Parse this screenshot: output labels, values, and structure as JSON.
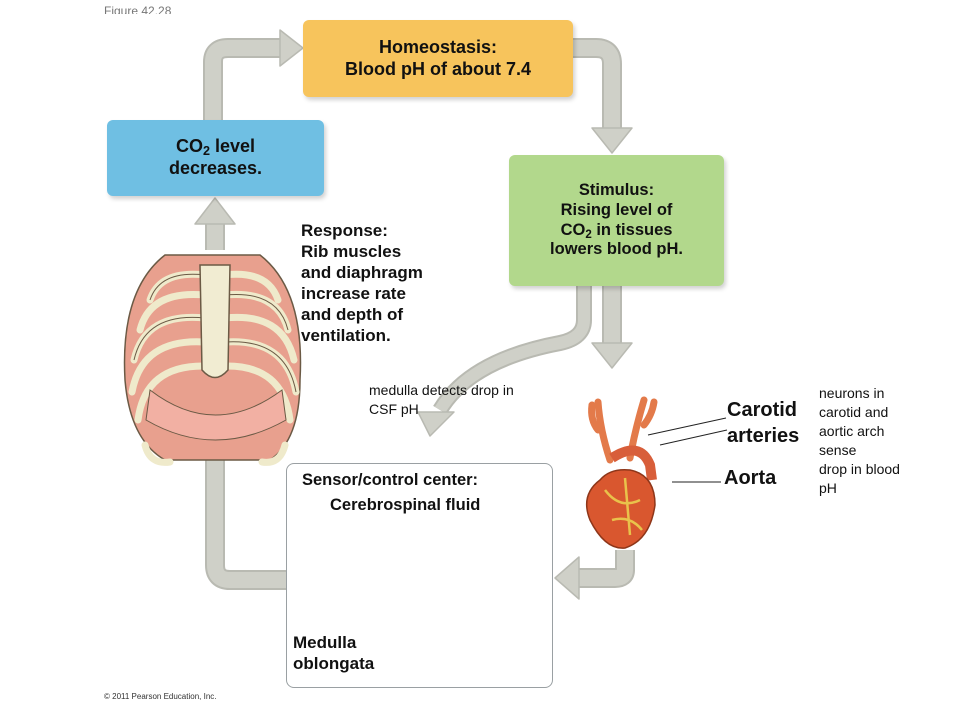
{
  "figure_label": "Figure 42.28",
  "colors": {
    "homeostasis_box": "#f7c45c",
    "co2_box": "#6fbfe3",
    "stimulus_box": "#b2d88c",
    "arrow": "#cfd0c8",
    "arrow_edge": "#b9bab2"
  },
  "homeostasis": {
    "line1": "Homeostasis:",
    "line2": "Blood pH of about 7.4"
  },
  "co2_box": {
    "line1_pre": "CO",
    "line1_sub": "2",
    "line1_post": " level",
    "line2": "decreases."
  },
  "stimulus": {
    "line1": "Stimulus:",
    "line2": "Rising level of",
    "line3_pre": "CO",
    "line3_sub": "2",
    "line3_post": " in tissues",
    "line4": "lowers blood pH."
  },
  "response": {
    "line1": "Response:",
    "line2": "Rib muscles",
    "line3": "and diaphragm",
    "line4": "increase rate",
    "line5": "and depth of",
    "line6": "ventilation."
  },
  "medulla_note": {
    "line1": "medulla detects drop in",
    "line2": "CSF pH"
  },
  "carotid_label": {
    "line1": "Carotid",
    "line2": "arteries"
  },
  "aorta_label": "Aorta",
  "neurons_note": {
    "line1": "neurons in",
    "line2": "carotid and",
    "line3": "aortic arch",
    "line4": "sense",
    "line5": "drop in blood",
    "line6": "pH"
  },
  "sensor": {
    "title": "Sensor/control center:",
    "csf_label": "Cerebrospinal fluid"
  },
  "medulla_label": {
    "line1": "Medulla",
    "line2": "oblongata"
  },
  "copyright": "© 2011 Pearson Education, Inc."
}
